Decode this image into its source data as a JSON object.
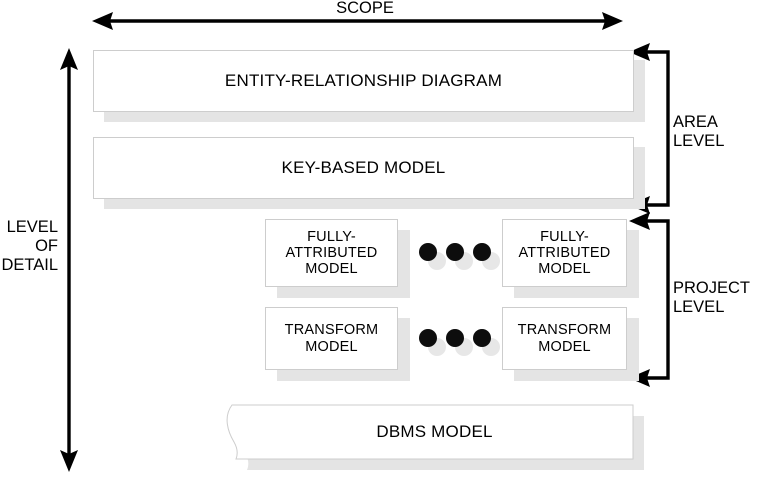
{
  "diagram": {
    "title_axes": {
      "scope_label": "SCOPE",
      "level_of_detail_label": "LEVEL\nOF\nDETAIL"
    },
    "brackets": [
      {
        "name": "area-level",
        "label": "AREA\nLEVEL"
      },
      {
        "name": "project-level",
        "label": "PROJECT\nLEVEL"
      }
    ],
    "boxes": [
      {
        "name": "entity-relationship-diagram",
        "label": "ENTITY-RELATIONSHIP DIAGRAM"
      },
      {
        "name": "key-based-model",
        "label": "KEY-BASED MODEL"
      },
      {
        "name": "fully-attributed-model-left",
        "label": "FULLY-\nATTRIBUTED\nMODEL"
      },
      {
        "name": "fully-attributed-model-right",
        "label": "FULLY-\nATTRIBUTED\nMODEL"
      },
      {
        "name": "transform-model-left",
        "label": "TRANSFORM\nMODEL"
      },
      {
        "name": "transform-model-right",
        "label": "TRANSFORM\nMODEL"
      },
      {
        "name": "dbms-model",
        "label": "DBMS MODEL"
      }
    ],
    "ellipsis": [
      {
        "name": "ellipsis-fully-attributed",
        "dot_count": 3
      },
      {
        "name": "ellipsis-transform",
        "dot_count": 3
      }
    ],
    "colors": {
      "ink": "#000000",
      "box_fill": "#ffffff",
      "box_border": "#cdcdcd",
      "box_shadow": "#e4e4e4",
      "dot_fg": "#0d0d0d",
      "dot_bg": "#e7e7e7"
    }
  }
}
